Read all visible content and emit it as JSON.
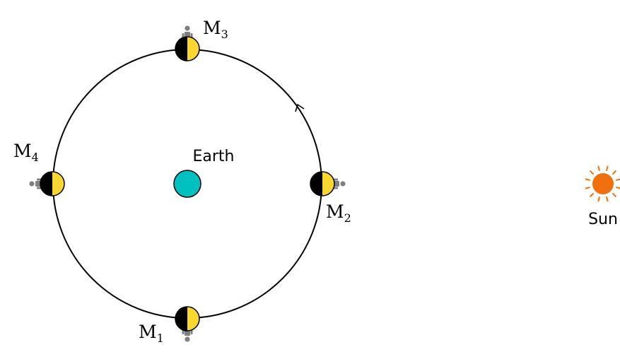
{
  "earth": {
    "label": "Earth",
    "color": "#00C0C0"
  },
  "sun": {
    "label": "Sun",
    "color": "#F07010"
  },
  "moon": {
    "lit_color": "#F8D830",
    "dark_color": "#000000"
  },
  "observer_color": "#808080",
  "orbit_direction": "counterclockwise",
  "moons": [
    {
      "letter": "M",
      "index": "1"
    },
    {
      "letter": "M",
      "index": "2"
    },
    {
      "letter": "M",
      "index": "3"
    },
    {
      "letter": "M",
      "index": "4"
    }
  ]
}
